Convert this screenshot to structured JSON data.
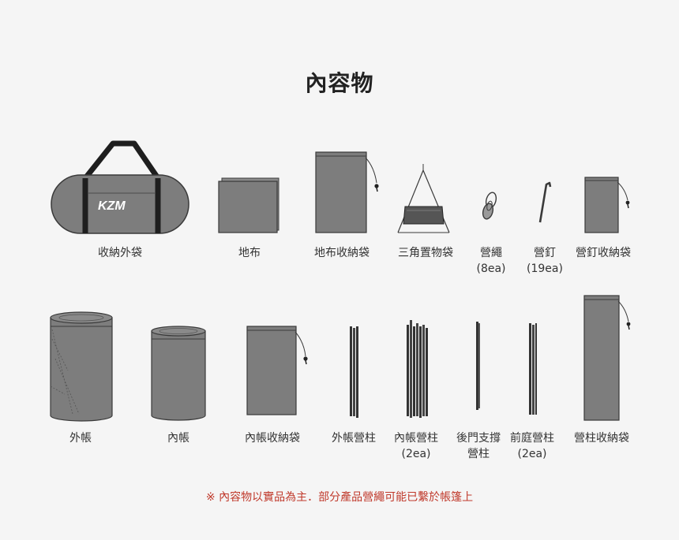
{
  "title": "內容物",
  "brand_logo": "KZM",
  "colors": {
    "item_gray": "#7a7a7a",
    "outline": "#3a3a3a",
    "note_red": "#c0392b",
    "background": "#f5f5f5"
  },
  "row1": [
    {
      "label": "收納外袋",
      "qty": ""
    },
    {
      "label": "地布",
      "qty": ""
    },
    {
      "label": "地布收納袋",
      "qty": ""
    },
    {
      "label": "三角置物袋",
      "qty": ""
    },
    {
      "label": "營繩",
      "qty": "(8ea)"
    },
    {
      "label": "營釘",
      "qty": "(19ea)"
    },
    {
      "label": "營釘收納袋",
      "qty": ""
    }
  ],
  "row2": [
    {
      "label": "外帳",
      "qty": ""
    },
    {
      "label": "內帳",
      "qty": ""
    },
    {
      "label": "內帳收納袋",
      "qty": ""
    },
    {
      "label": "外帳營柱",
      "qty": ""
    },
    {
      "label": "內帳營柱",
      "qty": "(2ea)"
    },
    {
      "label": "後門支撐",
      "qty": "營柱"
    },
    {
      "label": "前庭營柱",
      "qty": "(2ea)"
    },
    {
      "label": "營柱收納袋",
      "qty": ""
    }
  ],
  "footnote": "※ 內容物以實品為主．部分產品營繩可能已繫於帳篷上"
}
